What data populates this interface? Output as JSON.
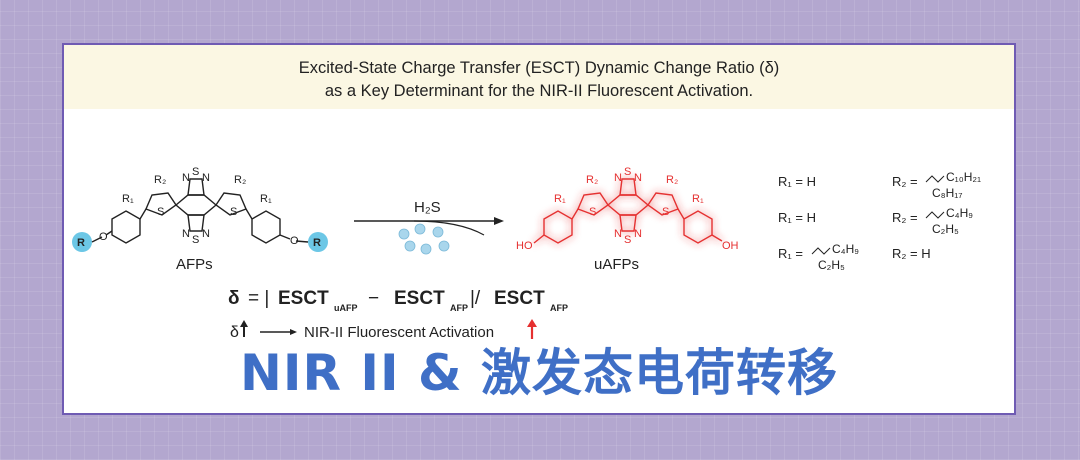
{
  "header": {
    "line1": "Excited-State Charge Transfer (ESCT) Dynamic Change Ratio (δ)",
    "line2": "as a Key Determinant for the NIR-II Fluorescent Activation."
  },
  "scheme": {
    "left_label": "AFPs",
    "right_label": "uAFPs",
    "reagent": "H₂S",
    "r_sub": "R",
    "r1": "R₁",
    "r2": "R₂",
    "s": "S",
    "n": "N",
    "o": "O",
    "oh": "OH",
    "ho": "HO"
  },
  "substituents": {
    "row1_r1": "R₁ = H",
    "row1_r2": "R₂ =",
    "row1_r2_top": "C₁₀H₂₁",
    "row1_r2_bot": "C₈H₁₇",
    "row2_r1": "R₁ = H",
    "row2_r2": "R₂ =",
    "row2_r2_top": "C₄H₉",
    "row2_r2_bot": "C₂H₅",
    "row3_r1": "R₁ =",
    "row3_r1_top": "C₄H₉",
    "row3_r1_bot": "C₂H₅",
    "row3_r2": "R₂ = H"
  },
  "equation": {
    "delta": "δ",
    "eq_mid": "= |",
    "esct": "ESCT",
    "sub_uafp": "uAFP",
    "sub_afp": "AFP",
    "minus": "−",
    "bar_slash": "|/",
    "activation_text": "NIR-II Fluorescent Activation"
  },
  "title_cn": "NIR II & 激发态电荷转移",
  "colors": {
    "accent": "#3f6fc6",
    "active_red": "#e53030",
    "border": "#6f5bb3",
    "bubble": "#a9d6ec",
    "r_badge": "#6cc7e6"
  }
}
